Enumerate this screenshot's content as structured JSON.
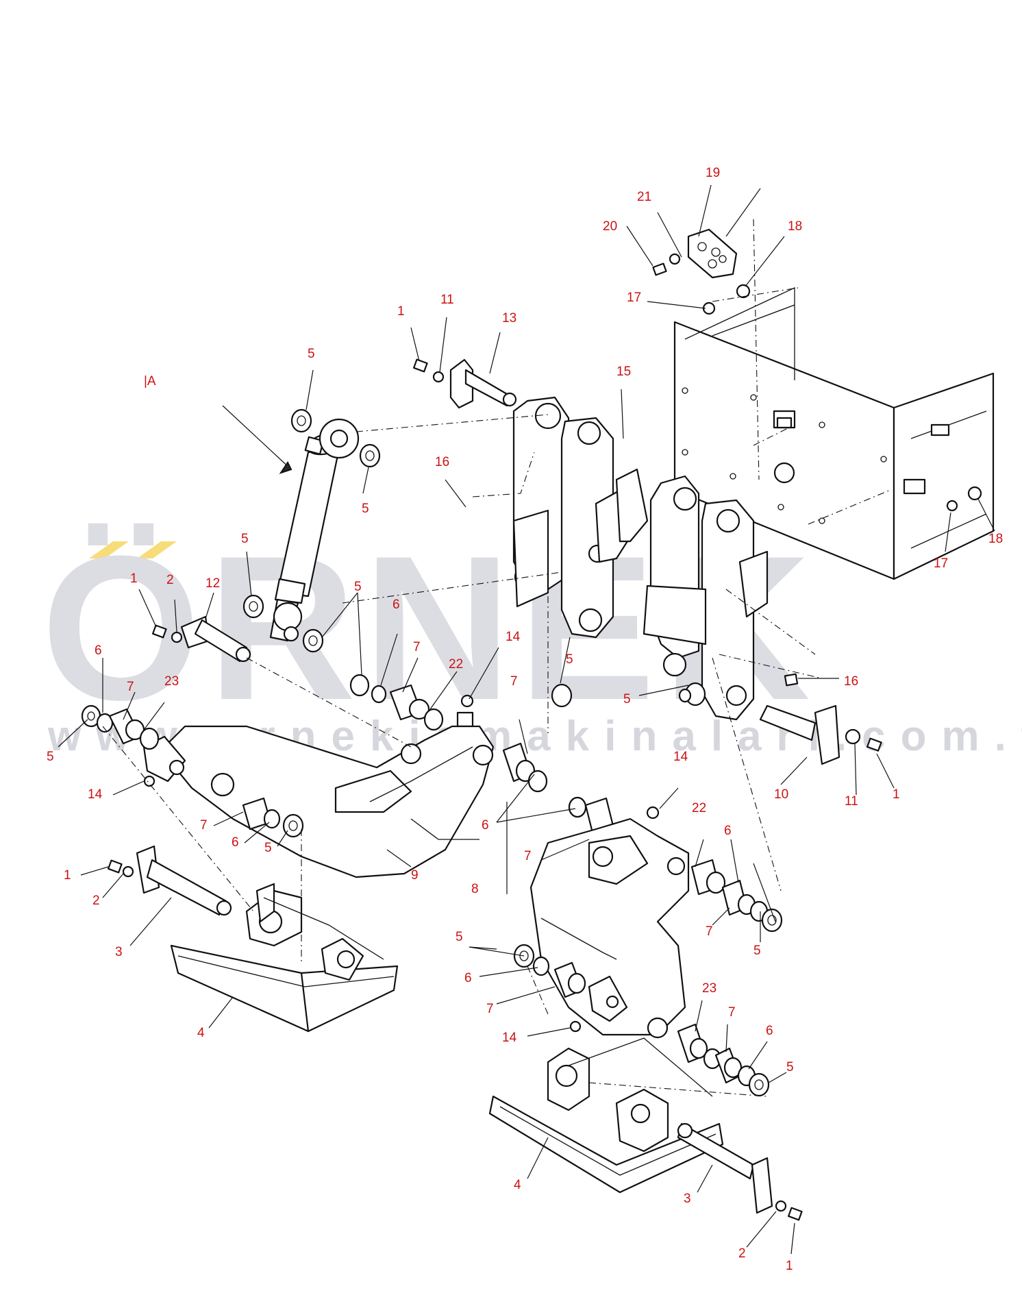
{
  "diagram": {
    "view_marker": "|A",
    "watermark": {
      "brand": "ÖRNEK",
      "url": "www.ornekismakinalari.com.tr",
      "color": "#dcdde3",
      "accent": "#f7dc7a"
    },
    "label_color": "#cc1111",
    "labels": [
      {
        "id": "19-top",
        "text": "19"
      },
      {
        "id": "21-top",
        "text": "21"
      },
      {
        "id": "20-top",
        "text": "20"
      },
      {
        "id": "18-top",
        "text": "18"
      },
      {
        "id": "17-top",
        "text": "17"
      },
      {
        "id": "1-top",
        "text": "1"
      },
      {
        "id": "11-top",
        "text": "11"
      },
      {
        "id": "13-top",
        "text": "13"
      },
      {
        "id": "15",
        "text": "15"
      },
      {
        "id": "5-cyl-top",
        "text": "5"
      },
      {
        "id": "5-cyl-right",
        "text": "5"
      },
      {
        "id": "16-top",
        "text": "16"
      },
      {
        "id": "5-cyl-bottom",
        "text": "5"
      },
      {
        "id": "5-cyl-pair",
        "text": "5"
      },
      {
        "id": "1-left",
        "text": "1"
      },
      {
        "id": "2-left",
        "text": "2"
      },
      {
        "id": "12",
        "text": "12"
      },
      {
        "id": "6-mid",
        "text": "6"
      },
      {
        "id": "7-mid",
        "text": "7"
      },
      {
        "id": "14-mid",
        "text": "14"
      },
      {
        "id": "22-mid",
        "text": "22"
      },
      {
        "id": "7-right-mid",
        "text": "7"
      },
      {
        "id": "5-frame",
        "text": "5"
      },
      {
        "id": "5-frame-low",
        "text": "5"
      },
      {
        "id": "16-right",
        "text": "16"
      },
      {
        "id": "18-right",
        "text": "18"
      },
      {
        "id": "17-right",
        "text": "17"
      },
      {
        "id": "6-left",
        "text": "6"
      },
      {
        "id": "7-left",
        "text": "7"
      },
      {
        "id": "23-left",
        "text": "23"
      },
      {
        "id": "5-left",
        "text": "5"
      },
      {
        "id": "14-left",
        "text": "14"
      },
      {
        "id": "7-arm",
        "text": "7"
      },
      {
        "id": "6-arm",
        "text": "6"
      },
      {
        "id": "5-arm",
        "text": "5"
      },
      {
        "id": "9",
        "text": "9"
      },
      {
        "id": "6-pair",
        "text": "6"
      },
      {
        "id": "10",
        "text": "10"
      },
      {
        "id": "11-right",
        "text": "11"
      },
      {
        "id": "1-right",
        "text": "1"
      },
      {
        "id": "14-right",
        "text": "14"
      },
      {
        "id": "22-right",
        "text": "22"
      },
      {
        "id": "7-right-top",
        "text": "7"
      },
      {
        "id": "6-right",
        "text": "6"
      },
      {
        "id": "7-right",
        "text": "7"
      },
      {
        "id": "5-right",
        "text": "5"
      },
      {
        "id": "8",
        "text": "8"
      },
      {
        "id": "1-shoe",
        "text": "1"
      },
      {
        "id": "2-shoe",
        "text": "2"
      },
      {
        "id": "3-left",
        "text": "3"
      },
      {
        "id": "4-left",
        "text": "4"
      },
      {
        "id": "5-low",
        "text": "5"
      },
      {
        "id": "6-low",
        "text": "6"
      },
      {
        "id": "7-low",
        "text": "7"
      },
      {
        "id": "14-low",
        "text": "14"
      },
      {
        "id": "23-low",
        "text": "23"
      },
      {
        "id": "7-low-right",
        "text": "7"
      },
      {
        "id": "6-low-right",
        "text": "6"
      },
      {
        "id": "5-low-right",
        "text": "5"
      },
      {
        "id": "4-right",
        "text": "4"
      },
      {
        "id": "3-right",
        "text": "3"
      },
      {
        "id": "2-right",
        "text": "2"
      },
      {
        "id": "1-bottom",
        "text": "1"
      }
    ]
  }
}
